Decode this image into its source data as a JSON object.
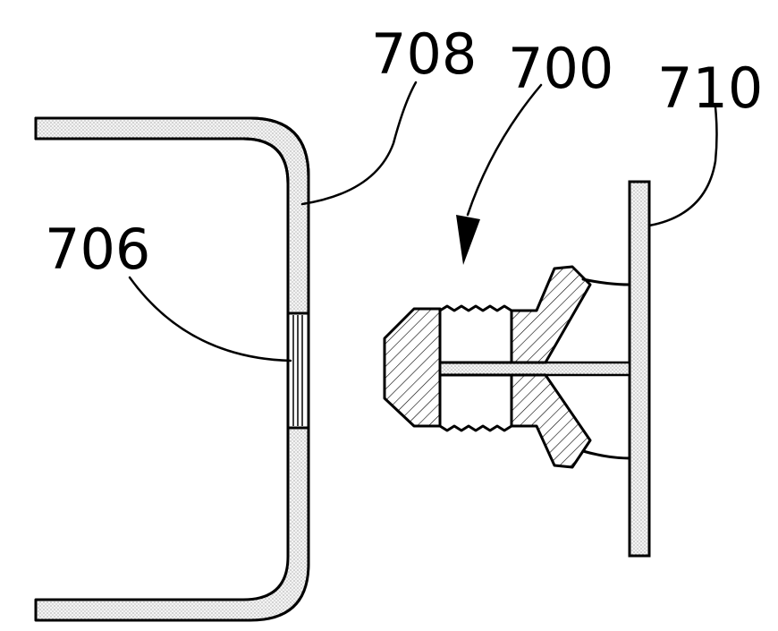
{
  "figure": {
    "labels": {
      "ref_708": "708",
      "ref_700": "700",
      "ref_710": "710",
      "ref_706": "706"
    },
    "colors": {
      "line": "#000000",
      "background": "#ffffff",
      "stipple_fill": "#f2f2f2"
    }
  }
}
